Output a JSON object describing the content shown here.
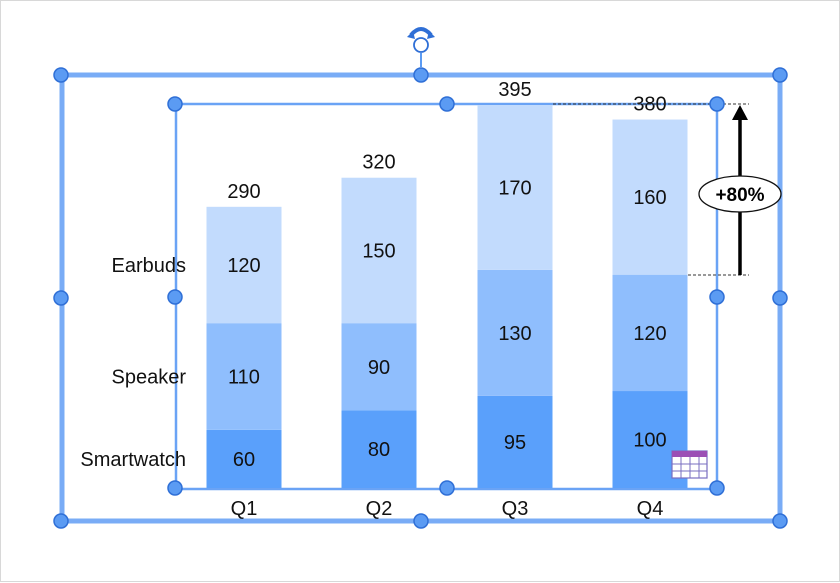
{
  "colors": {
    "selection": "#5b9bf3",
    "smartwatch": "#5aa0fb",
    "speaker": "#8fbefd",
    "earbuds": "#c2dbfd",
    "text": "#111111"
  },
  "chart_data": {
    "type": "bar",
    "stacked": true,
    "categories": [
      "Q1",
      "Q2",
      "Q3",
      "Q4"
    ],
    "series": [
      {
        "name": "Smartwatch",
        "values": [
          60,
          80,
          95,
          100
        ]
      },
      {
        "name": "Speaker",
        "values": [
          110,
          90,
          130,
          120
        ]
      },
      {
        "name": "Earbuds",
        "values": [
          120,
          150,
          170,
          160
        ]
      }
    ],
    "totals": [
      290,
      320,
      395,
      380
    ],
    "ylim": [
      0,
      395
    ],
    "grid": false,
    "legend": "left, inline beside Q1 segments",
    "annotation": {
      "text": "+80%",
      "from_series": "Earbuds",
      "from_category": "Q4",
      "description_arrow": "up"
    }
  },
  "icons": {
    "rotate": "rotate-handle-icon",
    "table": "table-icon"
  }
}
